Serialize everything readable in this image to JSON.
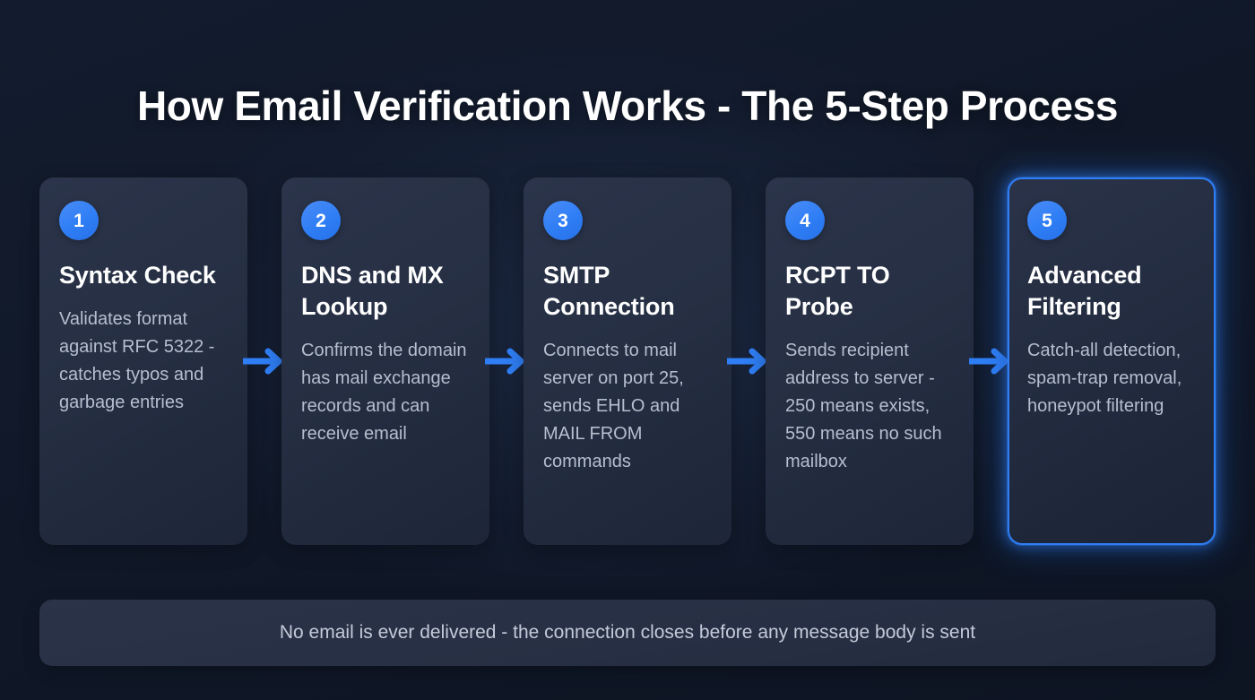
{
  "header": {
    "title": "How Email Verification Works - The 5-Step Process"
  },
  "steps": [
    {
      "number": "1",
      "title": "Syntax Check",
      "description": "Validates format against RFC 5322 - catches typos and garbage entries",
      "highlighted": false
    },
    {
      "number": "2",
      "title": "DNS and MX Lookup",
      "description": "Confirms the domain has mail exchange records and can receive email",
      "highlighted": false
    },
    {
      "number": "3",
      "title": "SMTP Connection",
      "description": "Connects to mail server on port 25, sends EHLO and MAIL FROM commands",
      "highlighted": false
    },
    {
      "number": "4",
      "title": "RCPT TO Probe",
      "description": "Sends recipient address to server - 250 means exists, 550 means no such mailbox",
      "highlighted": false
    },
    {
      "number": "5",
      "title": "Advanced Filtering",
      "description": "Catch-all detection, spam-trap removal, honeypot filtering",
      "highlighted": true
    }
  ],
  "connectors": [
    {
      "icon": "arrow-right-icon"
    },
    {
      "icon": "arrow-right-icon"
    },
    {
      "icon": "arrow-right-icon"
    },
    {
      "icon": "arrow-right-icon"
    }
  ],
  "footer": {
    "note": "No email is ever delivered - the connection closes before any message body is sent"
  },
  "colors": {
    "background": "#131c2e",
    "accent": "#2f7ef5",
    "card_background": "#262f43",
    "highlight_border": "#2f7ef5",
    "title_text": "#ffffff",
    "body_text": "#b6bfcf",
    "footer_background": "#272f44"
  }
}
